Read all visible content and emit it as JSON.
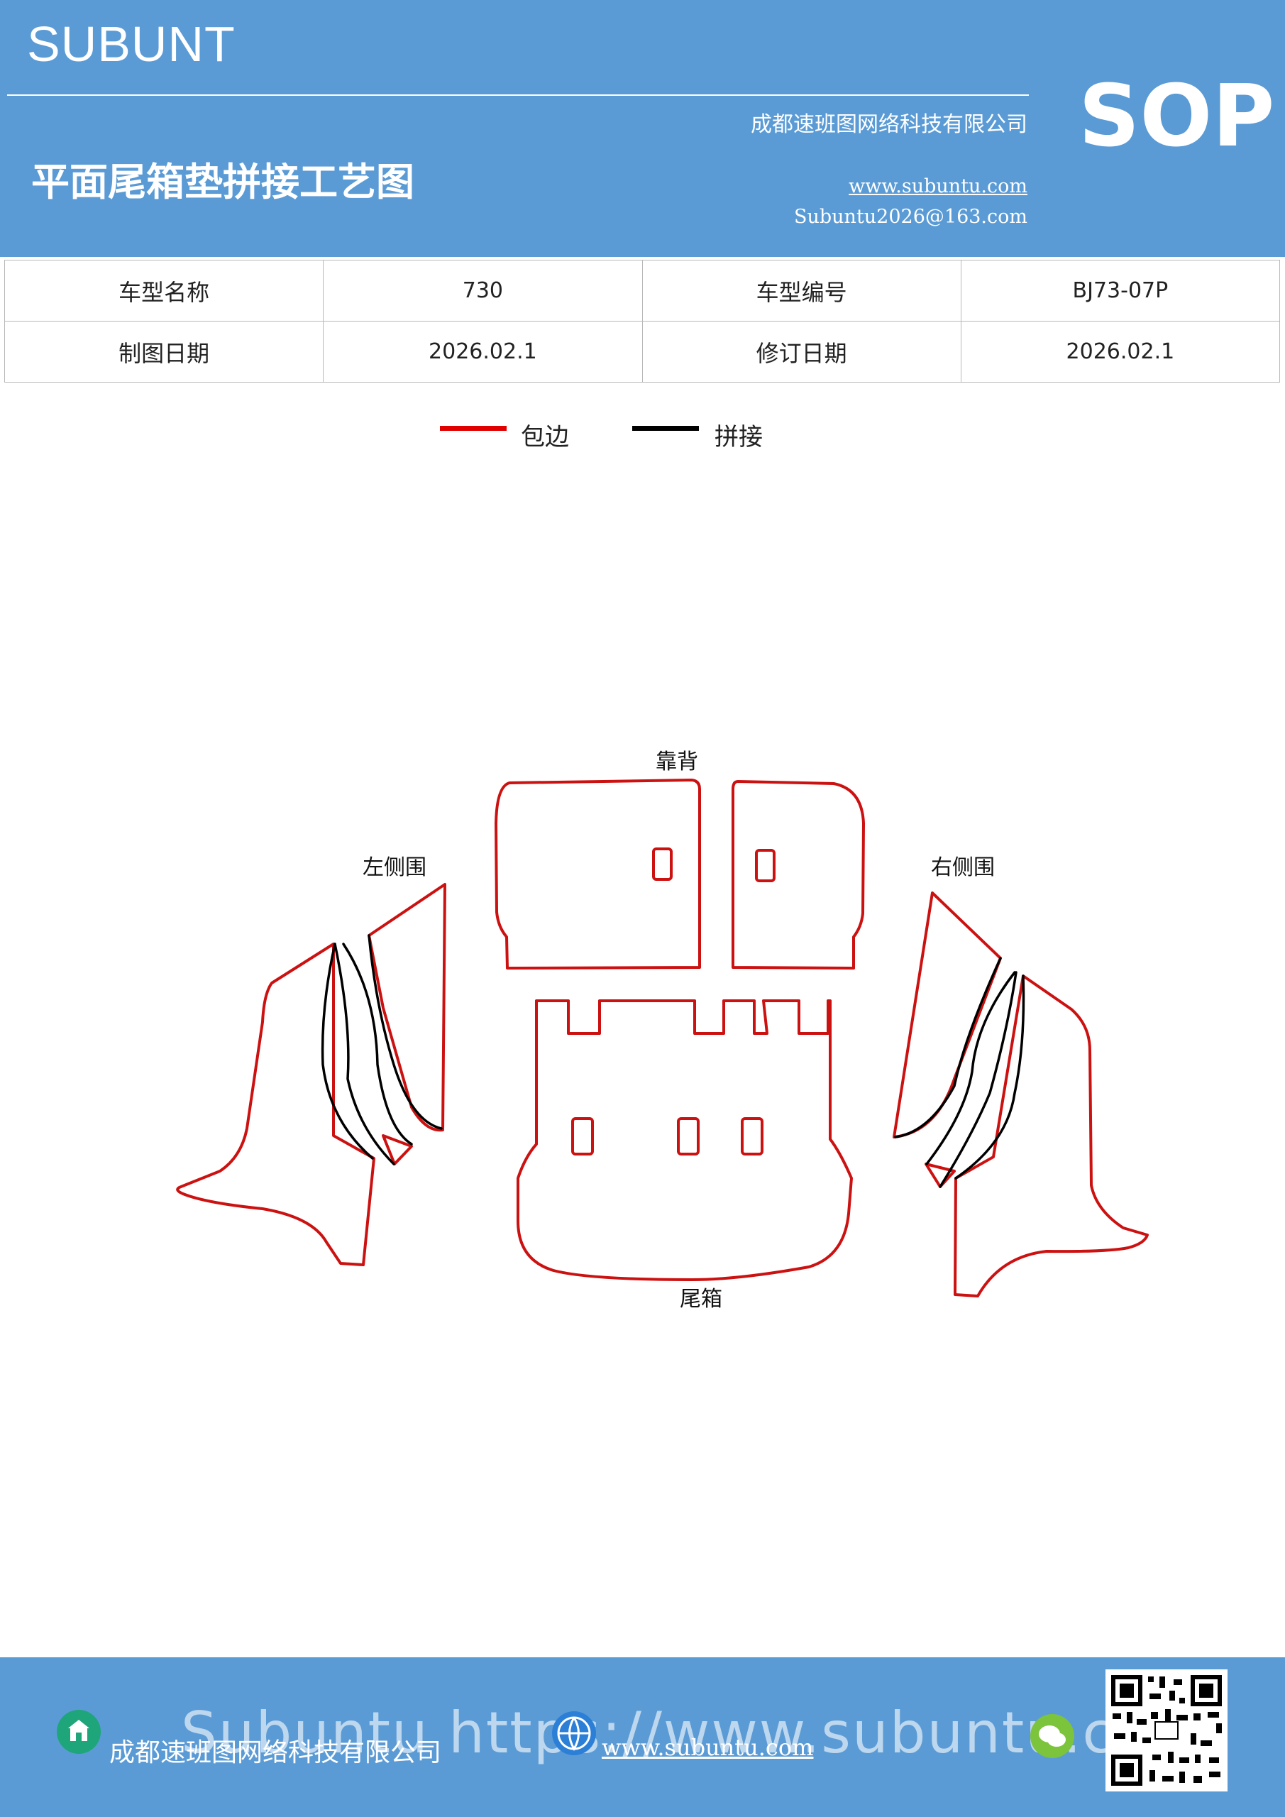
{
  "header": {
    "brand": "SUBUNT",
    "badge": "SOP",
    "title": "平面尾箱垫拼接工艺图",
    "company": "成都速班图网络科技有限公司",
    "website": "www.subuntu.com",
    "email": "Subuntu2026@163.com"
  },
  "info_table": {
    "rows": [
      {
        "label1": "车型名称",
        "value1": "730",
        "label2": "车型编号",
        "value2": "BJ73-07P"
      },
      {
        "label1": "制图日期",
        "value1": "2026.02.1",
        "label2": "修订日期",
        "value2": "2026.02.1"
      }
    ]
  },
  "legend": {
    "items": [
      {
        "label": "包边",
        "color": "#e00000"
      },
      {
        "label": "拼接",
        "color": "#000000"
      }
    ]
  },
  "parts": {
    "backrest": "靠背",
    "left_side": "左侧围",
    "right_side": "右侧围",
    "trunk": "尾箱"
  },
  "colors": {
    "header_bg": "#5b9bd5",
    "edge": "#cc1111",
    "seam": "#000000"
  },
  "footer": {
    "company": "成都速班图网络科技有限公司",
    "website": "www.subuntu.com",
    "watermark": "Subuntu https://www.subuntu.com"
  }
}
